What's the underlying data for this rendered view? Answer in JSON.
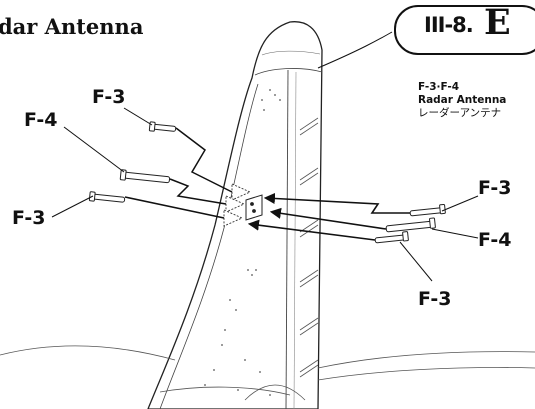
{
  "title": "dar Antenna",
  "step": {
    "number": "III-8.",
    "letter": "E"
  },
  "parts_info": {
    "parts": "F-3·F-4",
    "name_en": "Radar Antenna",
    "name_jp": "レーダーアンテナ"
  },
  "callouts": {
    "f3_top": "F-3",
    "f4_left": "F-4",
    "f3_left": "F-3",
    "f3_right_top": "F-3",
    "f4_right": "F-4",
    "f3_right_bottom": "F-3"
  }
}
